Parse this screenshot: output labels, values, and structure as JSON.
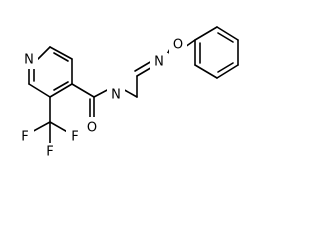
{
  "atoms": [
    {
      "id": "n_pyridine",
      "label": "N"
    },
    {
      "id": "n_amide",
      "label": "N"
    },
    {
      "id": "o_carbonyl",
      "label": "O"
    },
    {
      "id": "n_oxime",
      "label": "N"
    },
    {
      "id": "o_oxime",
      "label": "O"
    },
    {
      "id": "f_1",
      "label": "F"
    },
    {
      "id": "f_2",
      "label": "F"
    },
    {
      "id": "f_3",
      "label": "F"
    }
  ],
  "colors": {
    "bond": "#000000",
    "label": "#000000",
    "background": "#ffffff"
  }
}
